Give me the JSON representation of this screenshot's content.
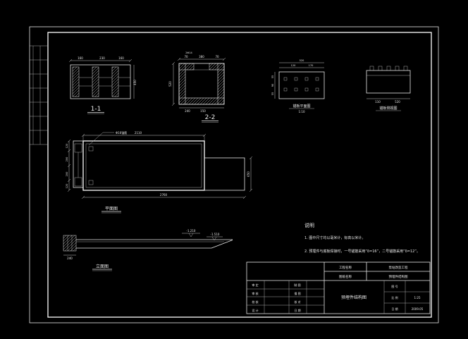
{
  "views": {
    "a": {
      "label": "1-1",
      "dim_top_1": "160",
      "dim_top_2": "230",
      "dim_top_3": "160",
      "dim_right": "450"
    },
    "b": {
      "label": "2-2",
      "note_top": "2Φ14",
      "dim_top_1": "70",
      "dim_top_2": "380",
      "dim_top_3": "70",
      "dim_left": "520",
      "dim_bot_1": "240",
      "dim_bot_2": "150"
    },
    "c": {
      "label": "锚板平面图",
      "scale": "1:10",
      "dim_top_total": "520",
      "dim_top_1": "120",
      "dim_top_2": "170",
      "dim_left_1": "55",
      "dim_left_2": "90",
      "dim_left_3": "55"
    },
    "d": {
      "label": "锚板侧视图",
      "dim_bot_1": "110",
      "dim_bot_2": "520"
    },
    "e": {
      "label": "平面图",
      "leader": "Φ16锚筋",
      "dim_top": "2110",
      "dim_bottom": "2760",
      "dim_left_1": "120",
      "dim_left_2": "200",
      "dim_left_3": "200",
      "dim_left_4": "120",
      "dim_right": "650"
    },
    "f": {
      "label": "立面图",
      "elev_1": "-1.210",
      "elev_2": "-1.510",
      "dim_left": "240"
    }
  },
  "notes": {
    "title": "说明",
    "line1": "1. 图中尺寸均以毫米计，标高以米计。",
    "line2": "2. 预埋件与底板焊接时，一号锚筋采用“δ=16”，二号锚筋采用“δ=12”。"
  },
  "title_block": {
    "project_label": "工程名称",
    "project_value": "泵站改造工程",
    "sheet_label": "图纸名称",
    "sheet_value": "预埋件结构图",
    "drawing_title": "预埋件结构图",
    "rows_left": [
      {
        "a": "审 定",
        "b": "制 图"
      },
      {
        "a": "审 核",
        "b": "描 图"
      },
      {
        "a": "校 核",
        "b": "核 对"
      },
      {
        "a": "设 计",
        "b": "日 期"
      }
    ],
    "no_label": "图 号",
    "no_value": "",
    "scale_label": "比 例",
    "scale_value": "1:25",
    "date_label": "日 期",
    "date_value": "2009.05"
  }
}
